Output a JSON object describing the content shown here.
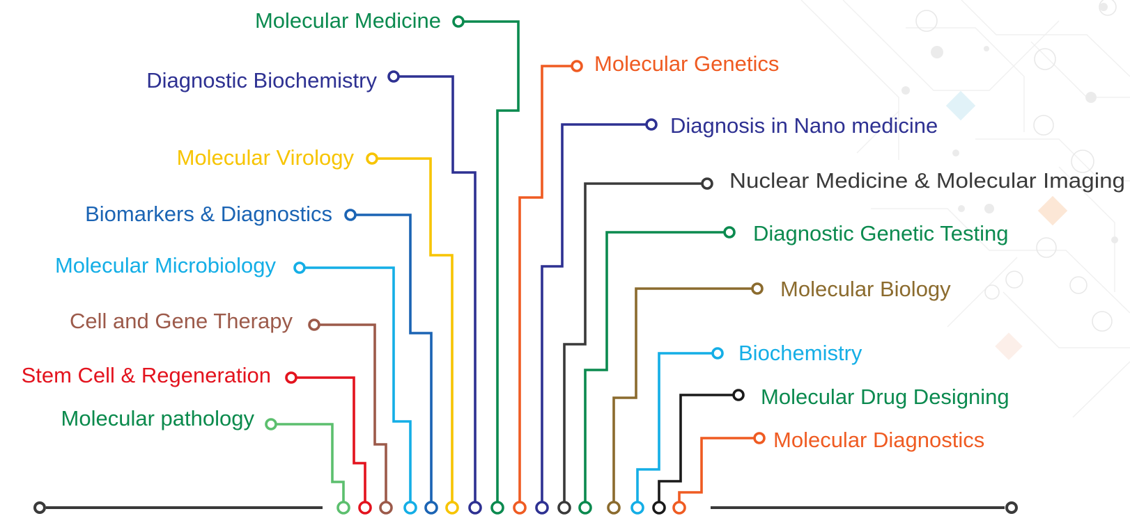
{
  "topics_left": [
    {
      "label": "Molecular Medicine",
      "color": "#0b8a4f"
    },
    {
      "label": "Diagnostic Biochemistry",
      "color": "#2e3192"
    },
    {
      "label": "Molecular Virology",
      "color": "#f7c400"
    },
    {
      "label": "Biomarkers & Diagnostics",
      "color": "#1b64b4"
    },
    {
      "label": "Molecular Microbiology",
      "color": "#14aee6"
    },
    {
      "label": "Cell and Gene Therapy",
      "color": "#9c5a4a"
    },
    {
      "label": "Stem Cell & Regeneration",
      "color": "#e3131e"
    },
    {
      "label": "Molecular pathology",
      "color": "#0a8a4c"
    }
  ],
  "topics_right": [
    {
      "label": "Molecular Genetics",
      "color": "#ef5b22"
    },
    {
      "label": "Diagnosis in Nano medicine",
      "color": "#2e3192"
    },
    {
      "label": "Nuclear Medicine & Molecular Imaging",
      "color": "#3a3a3a"
    },
    {
      "label": "Diagnostic Genetic Testing",
      "color": "#0b8a4f"
    },
    {
      "label": "Molecular Biology",
      "color": "#8b6b2e"
    },
    {
      "label": "Biochemistry",
      "color": "#14aee6"
    },
    {
      "label": "Molecular Drug Designing",
      "color": "#0b8a4f"
    },
    {
      "label": "Molecular Diagnostics",
      "color": "#ef5b22"
    }
  ],
  "line_colors": {
    "molecular_pathology": "#5cbf6e",
    "baseline": "#3a3a3a"
  }
}
